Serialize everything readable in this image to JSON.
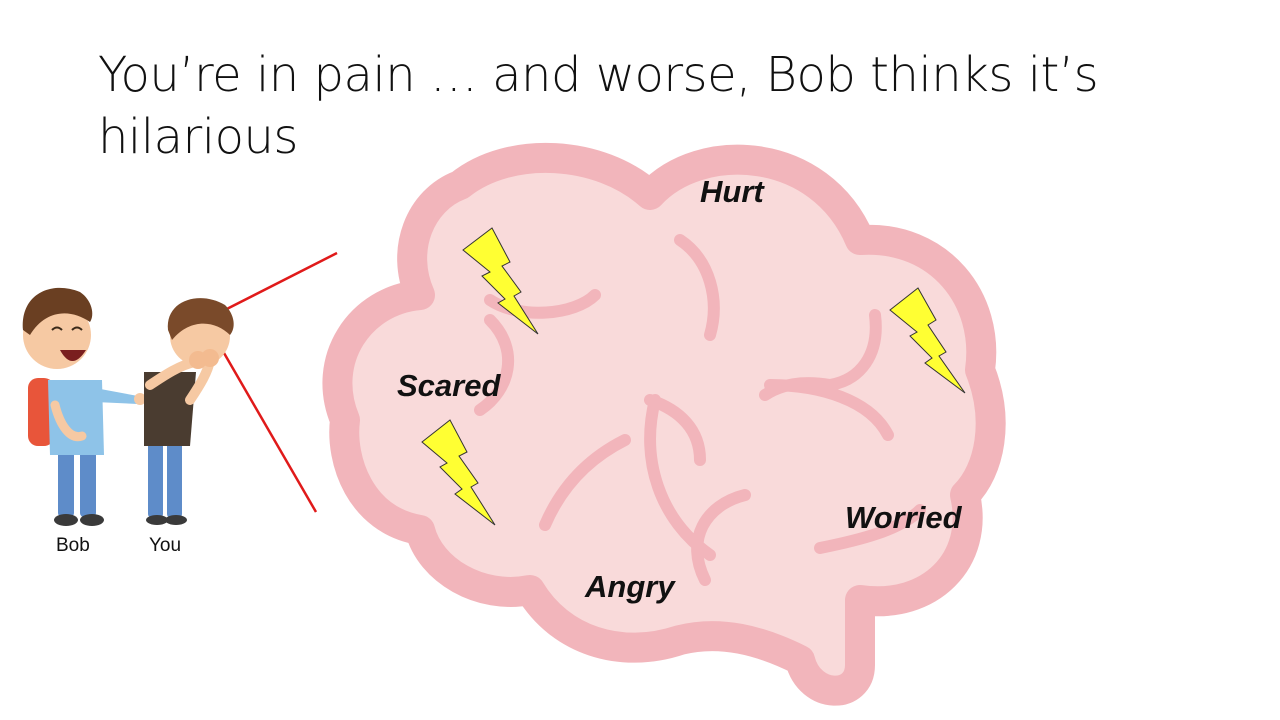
{
  "slide": {
    "title": "You’re in pain … and worse, Bob thinks it’s hilarious"
  },
  "people": {
    "bob_label": "Bob",
    "you_label": "You"
  },
  "brain": {
    "emotions": {
      "hurt": "Hurt",
      "scared": "Scared",
      "worried": "Worried",
      "angry": "Angry"
    }
  },
  "colors": {
    "brain_outline": "#f2b5bb",
    "brain_fill": "#f9dada",
    "lightning": "#ffff33",
    "zoom_line": "#e01a1a",
    "shirt_bob": "#8ec3e8",
    "shirt_you": "#4a3c30",
    "pants": "#5e8cc9",
    "backpack": "#e8553a"
  },
  "icons": {
    "lightning": "lightning-bolt-icon"
  }
}
